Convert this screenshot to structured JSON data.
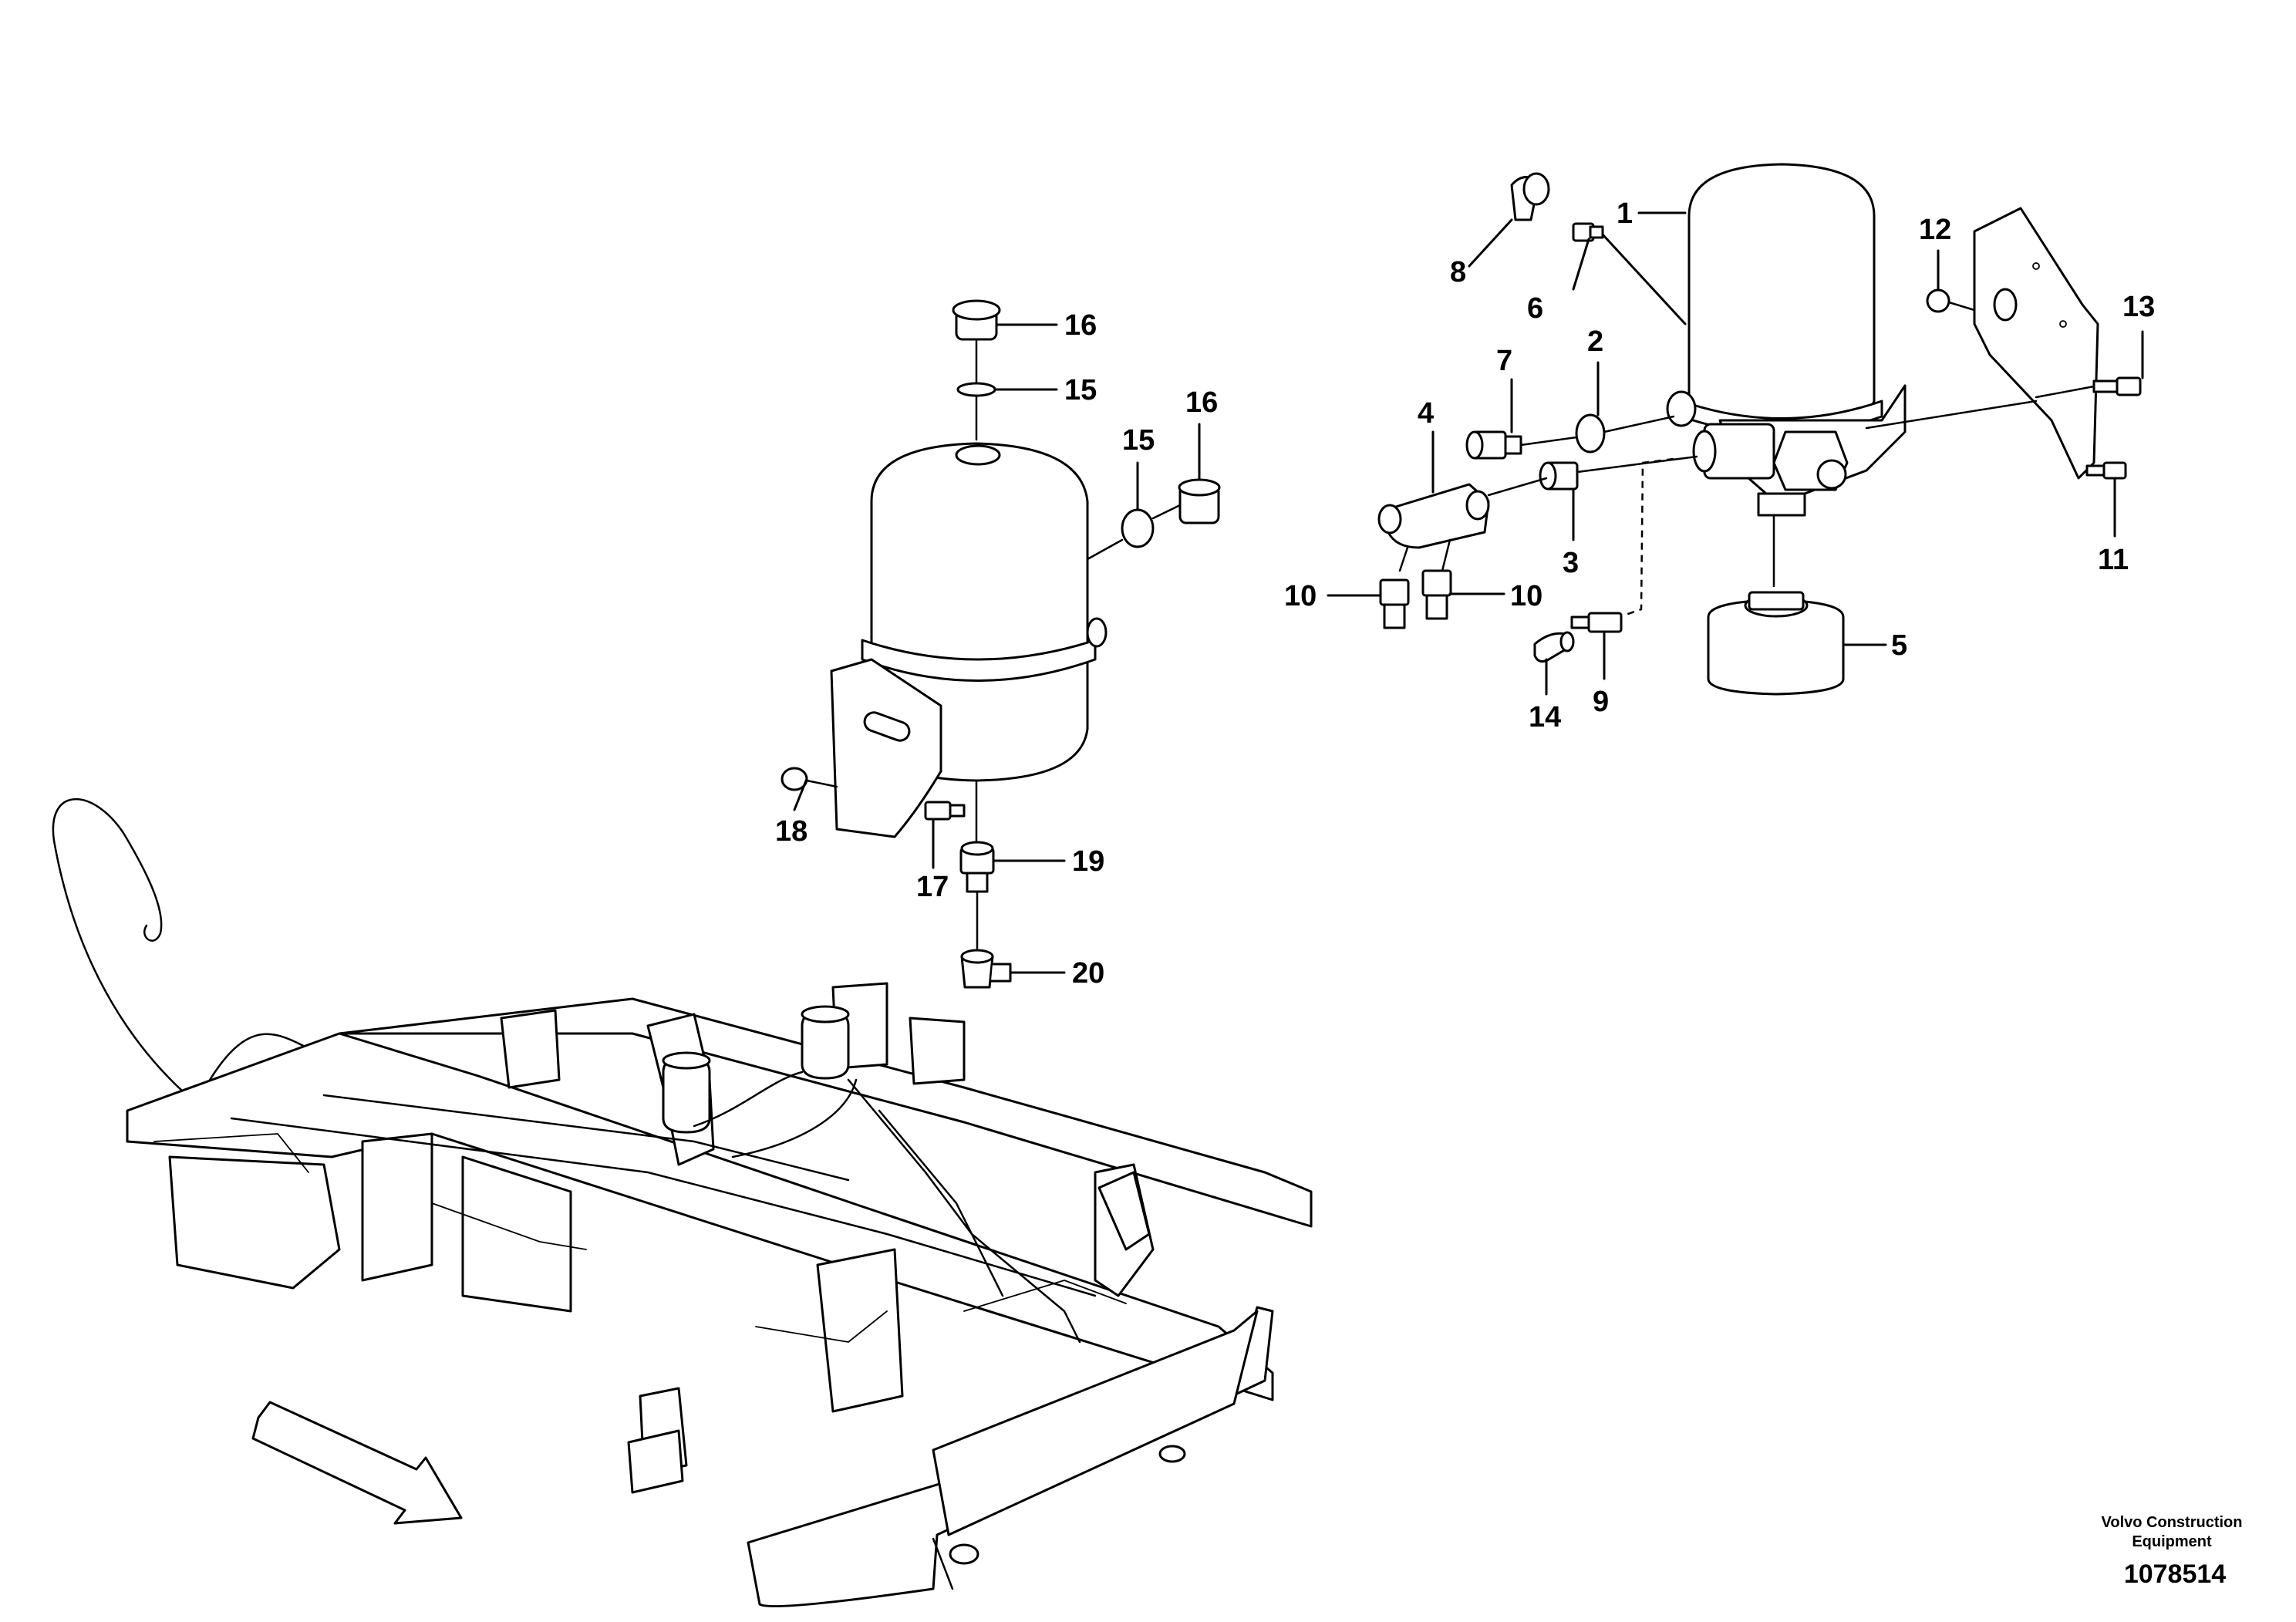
{
  "callouts": {
    "c1": "1",
    "c2": "2",
    "c3": "3",
    "c4": "4",
    "c5": "5",
    "c6": "6",
    "c7": "7",
    "c8": "8",
    "c9": "9",
    "c10a": "10",
    "c10b": "10",
    "c11": "11",
    "c12": "12",
    "c13": "13",
    "c14": "14",
    "c15a": "15",
    "c15b": "15",
    "c16a": "16",
    "c16b": "16",
    "c17": "17",
    "c18": "18",
    "c19": "19",
    "c20": "20"
  },
  "footer": {
    "brand_line1": "Volvo Construction",
    "brand_line2": "Equipment",
    "document_number": "1078514"
  }
}
